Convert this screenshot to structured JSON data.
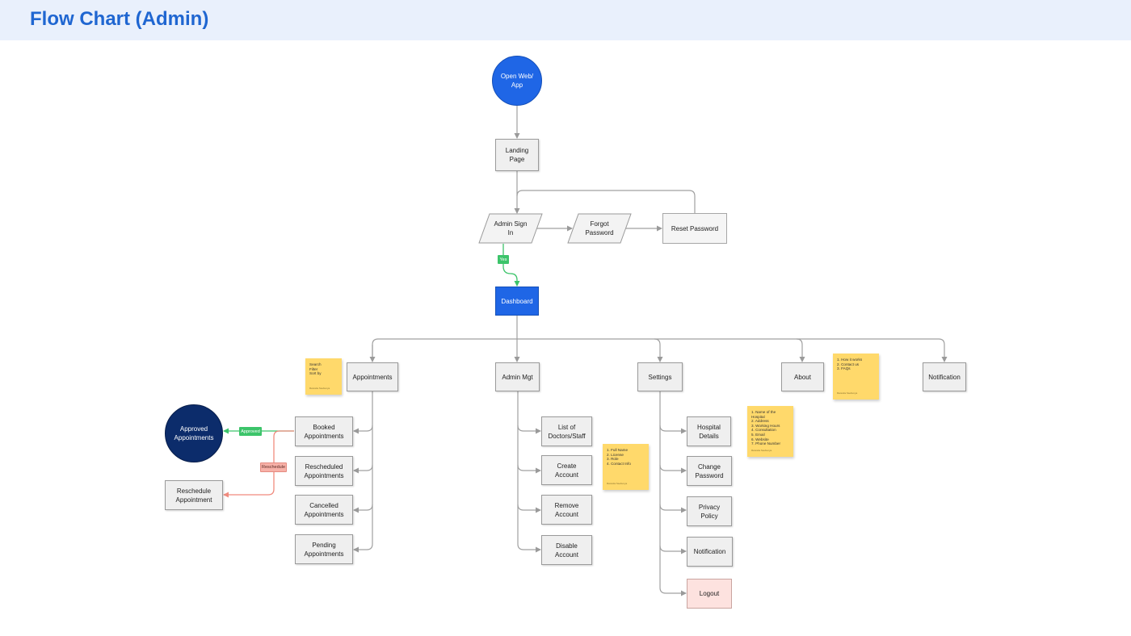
{
  "header": {
    "title": "Flow Chart (Admin)"
  },
  "nodes": {
    "open_web_app": "Open Web/\nApp",
    "landing_page": "Landing\nPage",
    "admin_sign_in": "Admin Sign\nIn",
    "forgot_password": "Forgot\nPassword",
    "reset_password": "Reset Password",
    "dashboard": "Dashboard",
    "appointments": "Appointments",
    "admin_mgt": "Admin Mgt",
    "settings": "Settings",
    "about": "About",
    "notification": "Notification",
    "booked_appointments": "Booked\nAppointments",
    "rescheduled_appointments": "Rescheduled\nAppointments",
    "cancelled_appointments": "Cancelled\nAppointments",
    "pending_appointments": "Pending\nAppointments",
    "approved_appointments": "Approved\nAppointments",
    "reschedule_appointment": "Reschedule\nAppointment",
    "list_of_doctors_staff": "List of\nDoctors/Staff",
    "create_account": "Create\nAccount",
    "remove_account": "Remove\nAccount",
    "disable_account": "Disable\nAccount",
    "hospital_details": "Hospital\nDetails",
    "change_password": "Change\nPassword",
    "privacy_policy": "Privacy\nPolicy",
    "settings_notification": "Notification",
    "logout": "Logout"
  },
  "edge_labels": {
    "yes": "Yes",
    "approved": "Approved",
    "reschedule": "Reschedule"
  },
  "sticky_notes": {
    "appointments_note": {
      "lines": [
        "Search",
        "Filter",
        "Sort by"
      ],
      "signature": "Rwanda Ssebunya"
    },
    "about_note": {
      "lines": [
        "1.  How it works",
        "2.  Contact us",
        "3.  FAQs"
      ],
      "signature": "Rwanda Ssebunya"
    },
    "hospital_note": {
      "lines": [
        "1.  Name of the Hospital",
        "2.  Address",
        "3.  Working Hours",
        "4.  Consultation",
        "5.  Email",
        "6.  Website",
        "7.  Phone Number"
      ],
      "signature": "Rwanda Ssebunya"
    },
    "account_note": {
      "lines": [
        "1.  Full Name",
        "2.  License",
        "3.  Role",
        "4.  Contact Info"
      ],
      "signature": "Rwanda Ssebunya"
    }
  },
  "colors": {
    "accent": "#1f66e6",
    "title": "#1f66d1",
    "header_bg": "#e9f0fc",
    "approved_circle": "#0c2c6b",
    "yes_green": "#3cc46a",
    "reschedule_red": "#f08b7e",
    "sticky": "#ffd96b",
    "logout_bg": "#fde2df"
  }
}
